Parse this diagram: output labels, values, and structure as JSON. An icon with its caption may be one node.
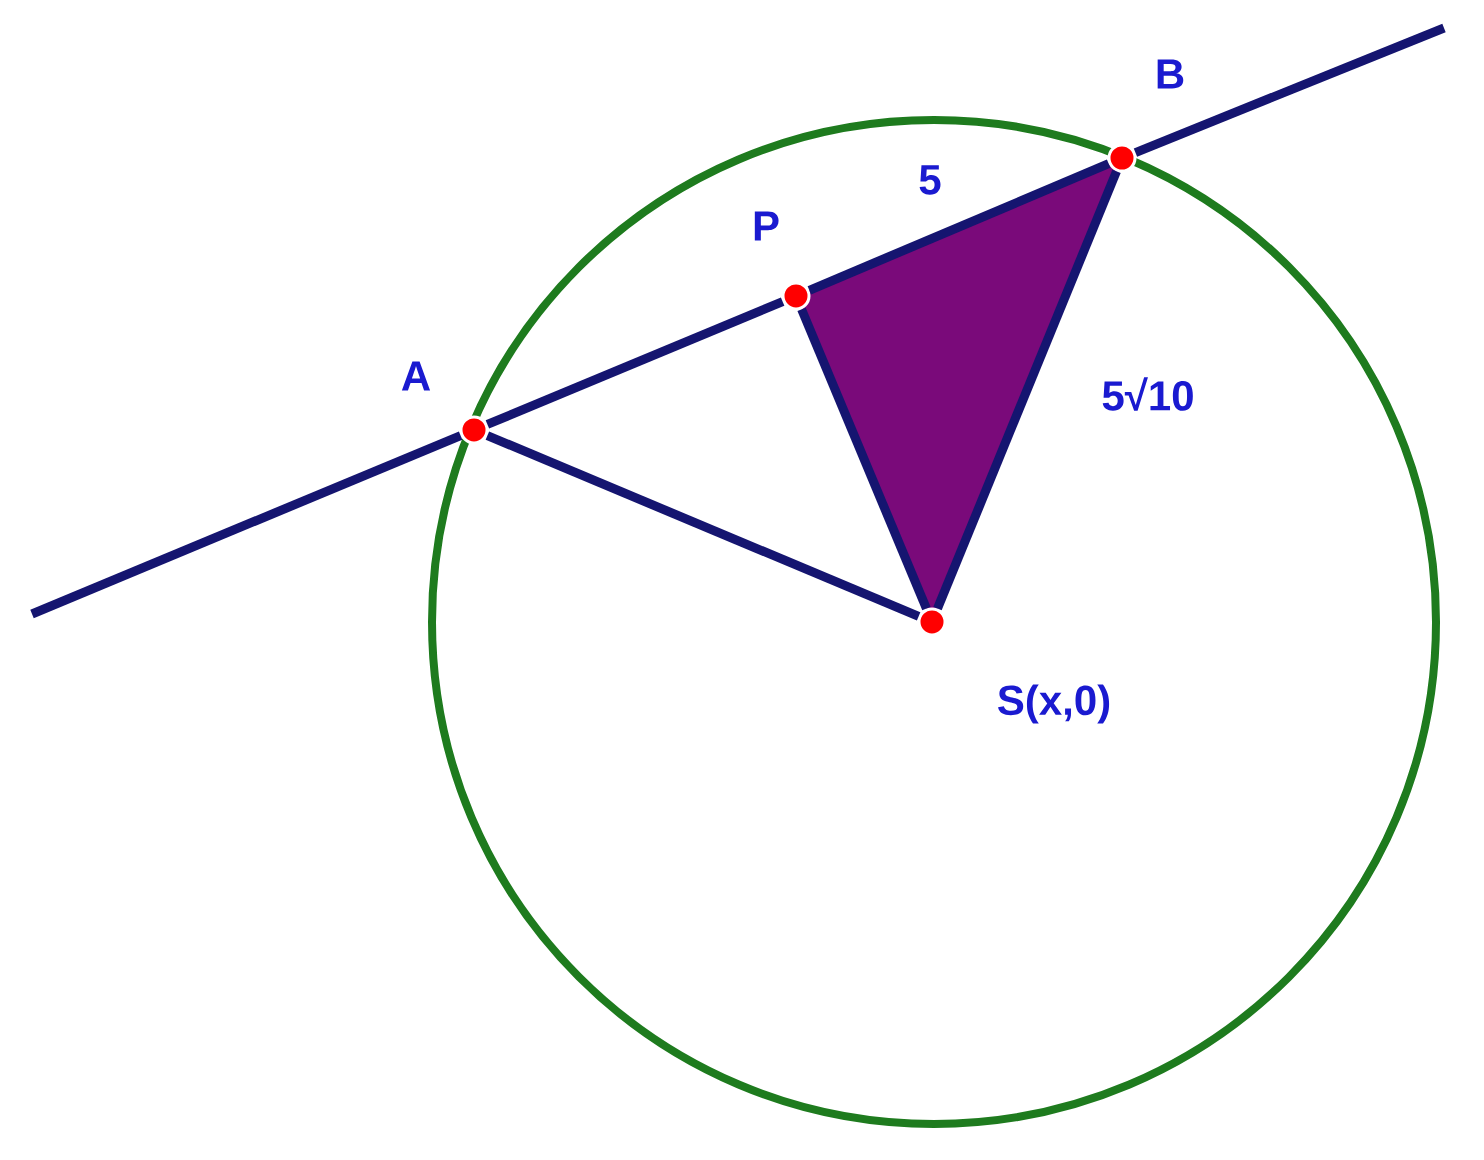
{
  "diagram": {
    "nodes": [
      {
        "text": [],
        "shape": "circle",
        "beside": [
          "A"
        ]
      },
      {
        "text": [],
        "shape": "circle",
        "beside": [
          "P"
        ]
      },
      {
        "text": [],
        "shape": "circle",
        "beside": [
          "B"
        ]
      },
      {
        "text": [],
        "shape": "circle",
        "beside": [
          "S(x,0)"
        ]
      }
    ],
    "edges": [
      {
        "from": null,
        "to": 0,
        "arrow": "none"
      },
      {
        "from": 0,
        "to": 1,
        "arrow": "none"
      },
      {
        "from": 1,
        "to": 2,
        "arrow": "none",
        "label": "5"
      },
      {
        "from": 2,
        "to": null,
        "arrow": "none"
      },
      {
        "from": 2,
        "to": 3,
        "arrow": "none",
        "label": "5√10"
      },
      {
        "from": 0,
        "to": 3,
        "arrow": "none"
      },
      {
        "from": 1,
        "to": 3,
        "arrow": "none"
      }
    ]
  }
}
